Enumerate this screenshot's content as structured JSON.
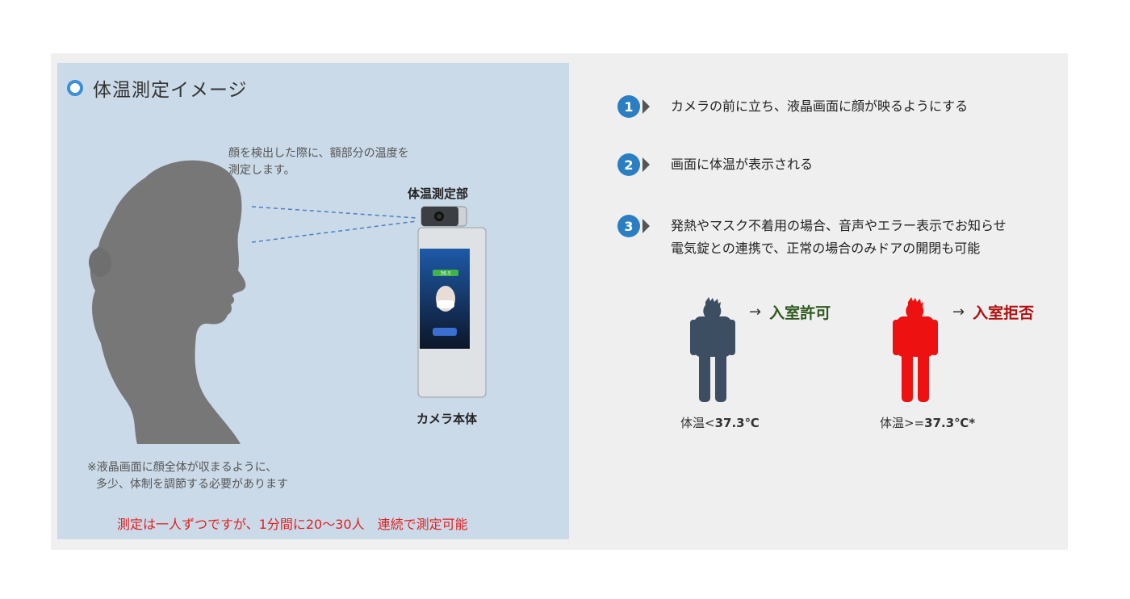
{
  "left": {
    "title": "体温測定イメージ",
    "detect_note_line1": "顔を検出した際に、額部分の温度を",
    "detect_note_line2": "測定します。",
    "sensor_label": "体温測定部",
    "camera_label": "カメラ本体",
    "screen_reading": "36.5",
    "adjust_note_line1": "※液晶画面に顔全体が収まるように、",
    "adjust_note_line2": "多少、体制を調節する必要があります",
    "throughput_note": "測定は一人ずつですが、1分間に20〜30人　連続で測定可能"
  },
  "steps": [
    {
      "num": "1",
      "lines": [
        "カメラの前に立ち、液晶画面に顔が映るようにする"
      ]
    },
    {
      "num": "2",
      "lines": [
        "画面に体温が表示される"
      ]
    },
    {
      "num": "3",
      "lines": [
        "発熱やマスク不着用の場合、音声やエラー表示でお知らせ",
        "電気錠との連携で、正常の場合のみドアの開閉も可能"
      ]
    }
  ],
  "results": {
    "arrow": "→",
    "allow_label": "入室許可",
    "deny_label": "入室拒否",
    "allow_cond_prefix": "体温<",
    "allow_cond_value": "37.3℃",
    "deny_cond_prefix": "体温>=",
    "deny_cond_value": "37.3℃*"
  },
  "colors": {
    "accent_blue": "#2b7ec2",
    "panel_blue": "#cbdae8",
    "person_ok": "#3d4d62",
    "person_ng": "#ee1111",
    "text_red": "#e02020"
  }
}
